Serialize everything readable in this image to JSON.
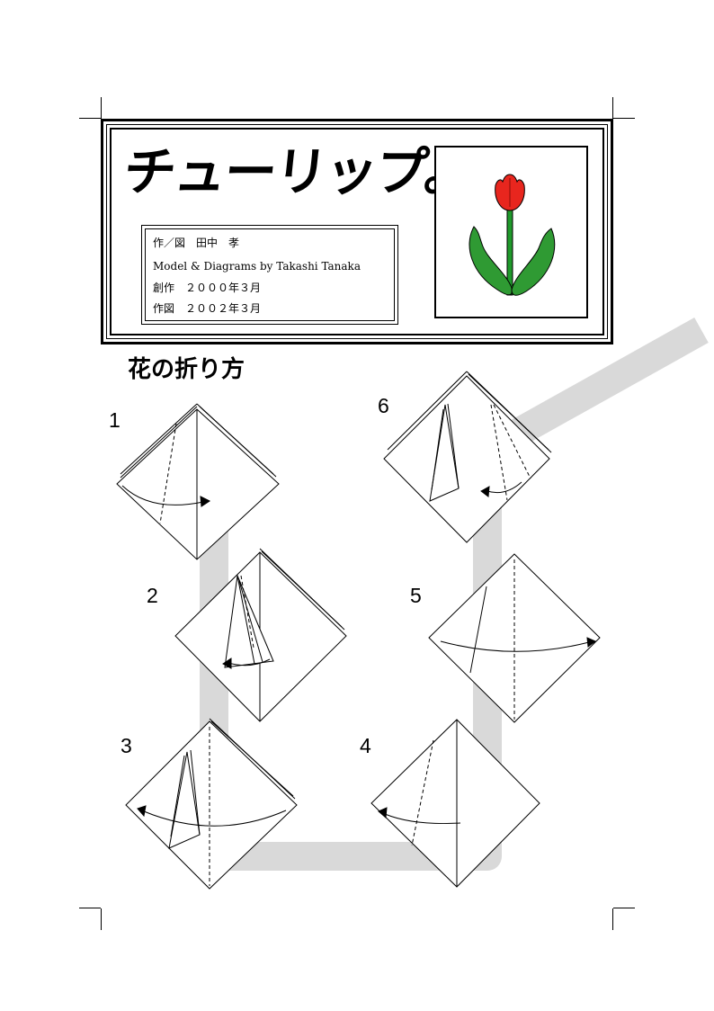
{
  "header": {
    "title": "チューリップ。",
    "credits": [
      "作／図　田中　孝",
      "Model & Diagrams by Takashi Tanaka",
      "創作　２０００年３月",
      "作図　２００２年３月"
    ]
  },
  "illustration": {
    "icon": "tulip-icon",
    "colors": {
      "petal": "#e8261e",
      "stem": "#1f9a2b",
      "leaf": "#2f9a33",
      "outline": "#000000"
    }
  },
  "section": {
    "title": "花の折り方"
  },
  "steps": [
    {
      "number": "1"
    },
    {
      "number": "2"
    },
    {
      "number": "3"
    },
    {
      "number": "4"
    },
    {
      "number": "5"
    },
    {
      "number": "6"
    }
  ],
  "colors": {
    "flow_path": "#d9d9d9",
    "line": "#000000",
    "paper": "#ffffff"
  }
}
